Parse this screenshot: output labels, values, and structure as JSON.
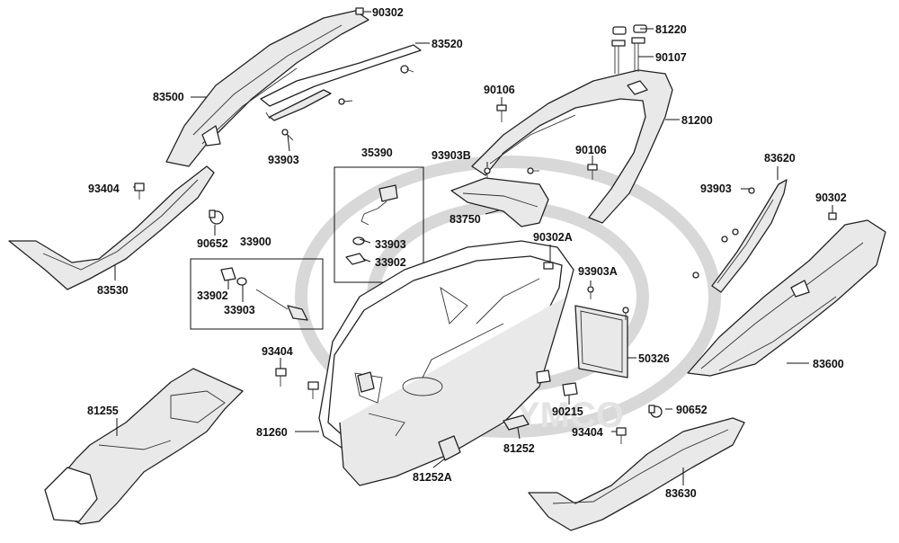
{
  "watermark": {
    "text": "KYMCO"
  },
  "parts": [
    {
      "id": "p90302a",
      "label": "90302"
    },
    {
      "id": "p83520",
      "label": "83520"
    },
    {
      "id": "p83500",
      "label": "83500"
    },
    {
      "id": "p93903a",
      "label": "93903"
    },
    {
      "id": "p81220",
      "label": "81220"
    },
    {
      "id": "p90107",
      "label": "90107"
    },
    {
      "id": "p90106a",
      "label": "90106"
    },
    {
      "id": "p81200",
      "label": "81200"
    },
    {
      "id": "p35390",
      "label": "35390"
    },
    {
      "id": "p93903b",
      "label": "93903B"
    },
    {
      "id": "p90106b",
      "label": "90106"
    },
    {
      "id": "p83750",
      "label": "83750"
    },
    {
      "id": "p93404a",
      "label": "93404"
    },
    {
      "id": "p90652a",
      "label": "90652"
    },
    {
      "id": "p83530",
      "label": "83530"
    },
    {
      "id": "p33900",
      "label": "33900"
    },
    {
      "id": "p33903a",
      "label": "33903"
    },
    {
      "id": "p33902a",
      "label": "33902"
    },
    {
      "id": "p33902b",
      "label": "33902"
    },
    {
      "id": "p33903b",
      "label": "33903"
    },
    {
      "id": "p90302b",
      "label": "90302A"
    },
    {
      "id": "p93903c",
      "label": "93903A"
    },
    {
      "id": "p83620",
      "label": "83620"
    },
    {
      "id": "p93903d",
      "label": "93903"
    },
    {
      "id": "p90302c",
      "label": "90302"
    },
    {
      "id": "p50326",
      "label": "50326"
    },
    {
      "id": "p83600",
      "label": "83600"
    },
    {
      "id": "p93404b",
      "label": "93404"
    },
    {
      "id": "p81255",
      "label": "81255"
    },
    {
      "id": "p81260",
      "label": "81260"
    },
    {
      "id": "p90215",
      "label": "90215"
    },
    {
      "id": "p90652b",
      "label": "90652"
    },
    {
      "id": "p93404c",
      "label": "93404"
    },
    {
      "id": "p81252",
      "label": "81252"
    },
    {
      "id": "p81252a",
      "label": "81252A"
    },
    {
      "id": "p83630",
      "label": "83630"
    }
  ]
}
